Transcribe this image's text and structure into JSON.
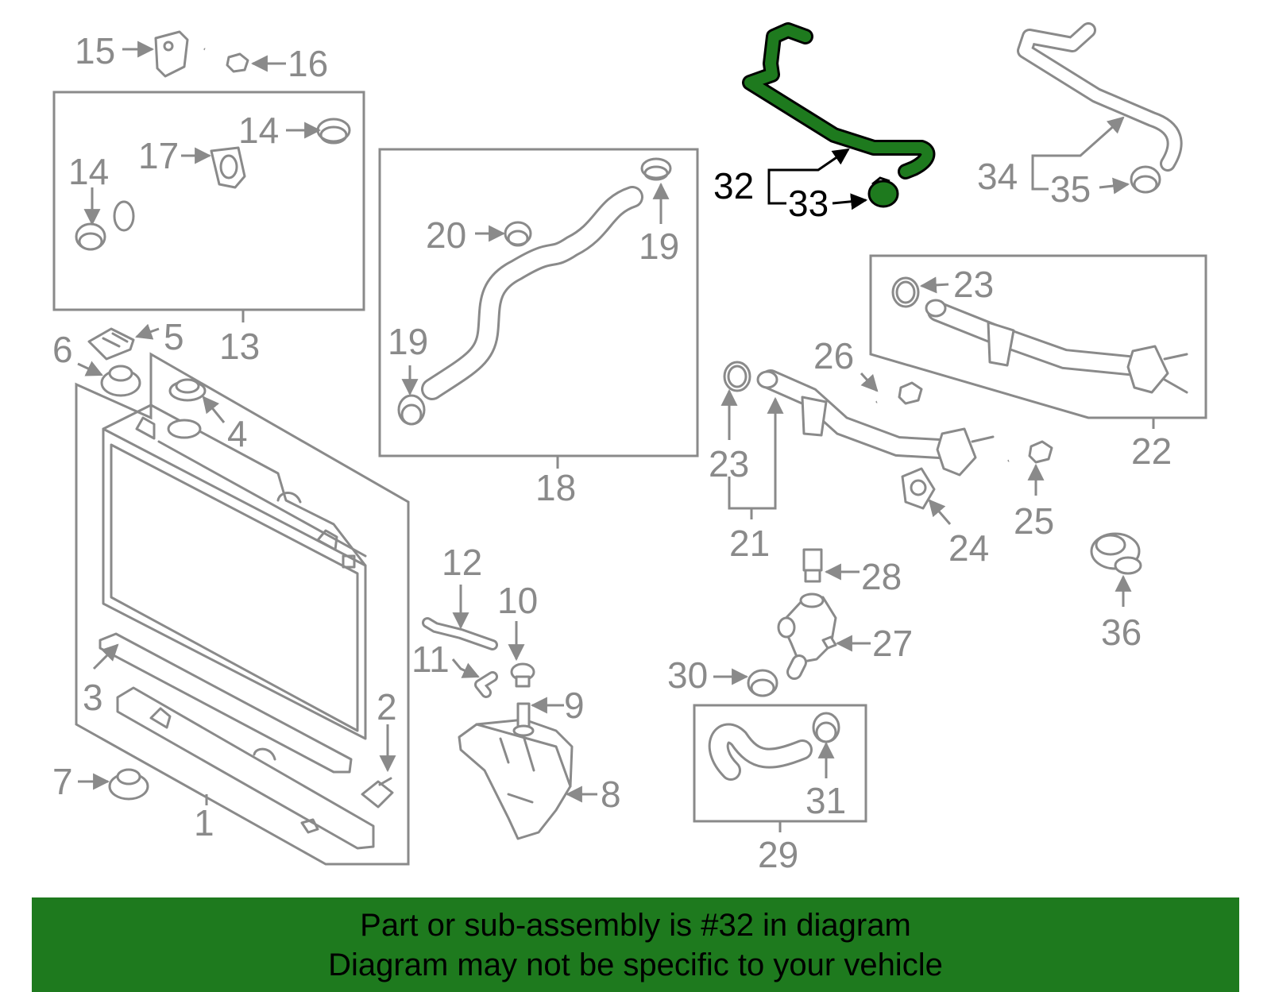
{
  "diagram": {
    "highlight_color": "#1e7a1e",
    "callouts": [
      {
        "id": "c1",
        "text": "1"
      },
      {
        "id": "c2",
        "text": "2"
      },
      {
        "id": "c3",
        "text": "3"
      },
      {
        "id": "c4",
        "text": "4"
      },
      {
        "id": "c5",
        "text": "5"
      },
      {
        "id": "c6",
        "text": "6"
      },
      {
        "id": "c7",
        "text": "7"
      },
      {
        "id": "c8",
        "text": "8"
      },
      {
        "id": "c9",
        "text": "9"
      },
      {
        "id": "c10",
        "text": "10"
      },
      {
        "id": "c11",
        "text": "11"
      },
      {
        "id": "c12",
        "text": "12"
      },
      {
        "id": "c13",
        "text": "13"
      },
      {
        "id": "c14a",
        "text": "14"
      },
      {
        "id": "c14b",
        "text": "14"
      },
      {
        "id": "c15",
        "text": "15"
      },
      {
        "id": "c16",
        "text": "16"
      },
      {
        "id": "c17",
        "text": "17"
      },
      {
        "id": "c18",
        "text": "18"
      },
      {
        "id": "c19a",
        "text": "19"
      },
      {
        "id": "c19b",
        "text": "19"
      },
      {
        "id": "c20",
        "text": "20"
      },
      {
        "id": "c21",
        "text": "21"
      },
      {
        "id": "c22",
        "text": "22"
      },
      {
        "id": "c23a",
        "text": "23"
      },
      {
        "id": "c23b",
        "text": "23"
      },
      {
        "id": "c24",
        "text": "24"
      },
      {
        "id": "c25",
        "text": "25"
      },
      {
        "id": "c26",
        "text": "26"
      },
      {
        "id": "c27",
        "text": "27"
      },
      {
        "id": "c28",
        "text": "28"
      },
      {
        "id": "c29",
        "text": "29"
      },
      {
        "id": "c30",
        "text": "30"
      },
      {
        "id": "c31",
        "text": "31"
      },
      {
        "id": "c32",
        "text": "32"
      },
      {
        "id": "c33",
        "text": "33"
      },
      {
        "id": "c34",
        "text": "34"
      },
      {
        "id": "c35",
        "text": "35"
      },
      {
        "id": "c36",
        "text": "36"
      }
    ],
    "highlighted_part": "32"
  },
  "banner": {
    "line1": "Part or sub-assembly is #32 in diagram",
    "line2": "Diagram may not be specific to your vehicle",
    "color": "#1e7a1e"
  }
}
